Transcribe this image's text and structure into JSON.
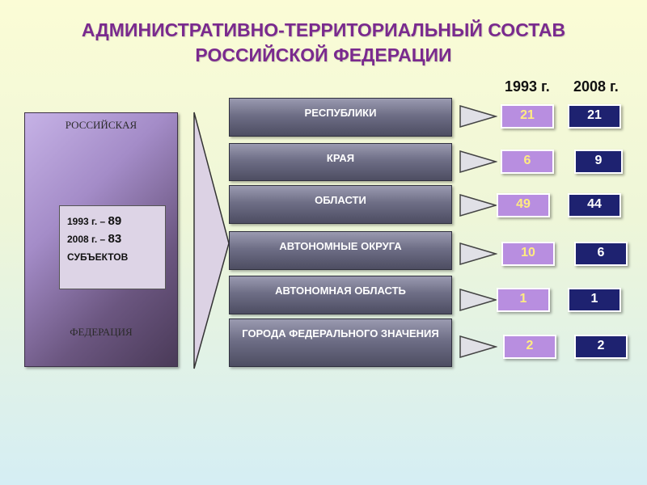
{
  "title": {
    "line1": "АДМИНИСТРАТИВНО-ТЕРРИТОРИАЛЬНЫЙ СОСТАВ",
    "line2": "РОССИЙСКОЙ ФЕДЕРАЦИИ"
  },
  "years": {
    "y1993": "1993 г.",
    "y2008": "2008 г."
  },
  "federation": {
    "top_word": "РОССИЙСКАЯ",
    "bottom_word": "ФЕДЕРАЦИЯ",
    "line1_prefix": "1993 г. – ",
    "line1_value": "89",
    "line2_prefix": "2008 г. – ",
    "line2_value": "83",
    "line3": "СУБЪЕКТОВ"
  },
  "categories": [
    {
      "label": "РЕСПУБЛИКИ",
      "v1993": "21",
      "v2008": "21"
    },
    {
      "label": "КРАЯ",
      "v1993": "6",
      "v2008": "9"
    },
    {
      "label": "ОБЛАСТИ",
      "v1993": "49",
      "v2008": "44"
    },
    {
      "label": "АВТОНОМНЫЕ ОКРУГА",
      "v1993": "10",
      "v2008": "6"
    },
    {
      "label": "АВТОНОМНАЯ ОБЛАСТЬ",
      "v1993": "1",
      "v2008": "1"
    },
    {
      "label": "ГОРОДА ФЕДЕРАЛЬНОГО ЗНАЧЕНИЯ",
      "v1993": "2",
      "v2008": "2"
    }
  ],
  "colors": {
    "title": "#7a2a8e",
    "value_1993_bg": "#b88ee0",
    "value_1993_text": "#ffec80",
    "value_2008_bg": "#1e2270",
    "value_2008_text": "#ffffff"
  }
}
